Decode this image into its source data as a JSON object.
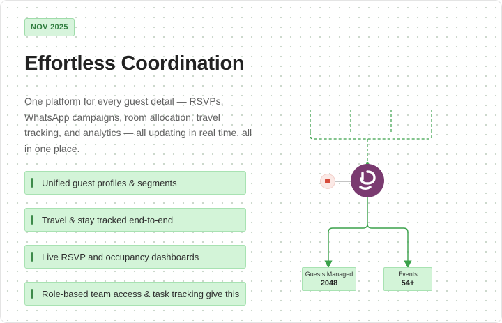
{
  "badge": {
    "date": "NOV 2025"
  },
  "hero": {
    "title": "Effortless Coordination",
    "description": "One platform for every guest detail — RSVPs, WhatsApp campaigns, room allocation, travel tracking, and analytics — all updating in real time, all in one place."
  },
  "features": [
    {
      "label": "Unified guest profiles & segments"
    },
    {
      "label": "Travel & stay tracked end-to-end"
    },
    {
      "label": "Live RSVP and occupancy dashboards"
    },
    {
      "label": "Role-based team access & task tracking give this"
    }
  ],
  "diagram": {
    "hub_icon": "p-logo-icon",
    "source_icon": "calendar-icon",
    "stats": [
      {
        "label": "Guests Managed",
        "value": "2048"
      },
      {
        "label": "Events",
        "value": "54+"
      }
    ]
  },
  "colors": {
    "accent_green": "#3aa14a",
    "badge_bg": "#d7f4dc",
    "hub_purple": "#7a3a70",
    "text_dark": "#222222"
  }
}
